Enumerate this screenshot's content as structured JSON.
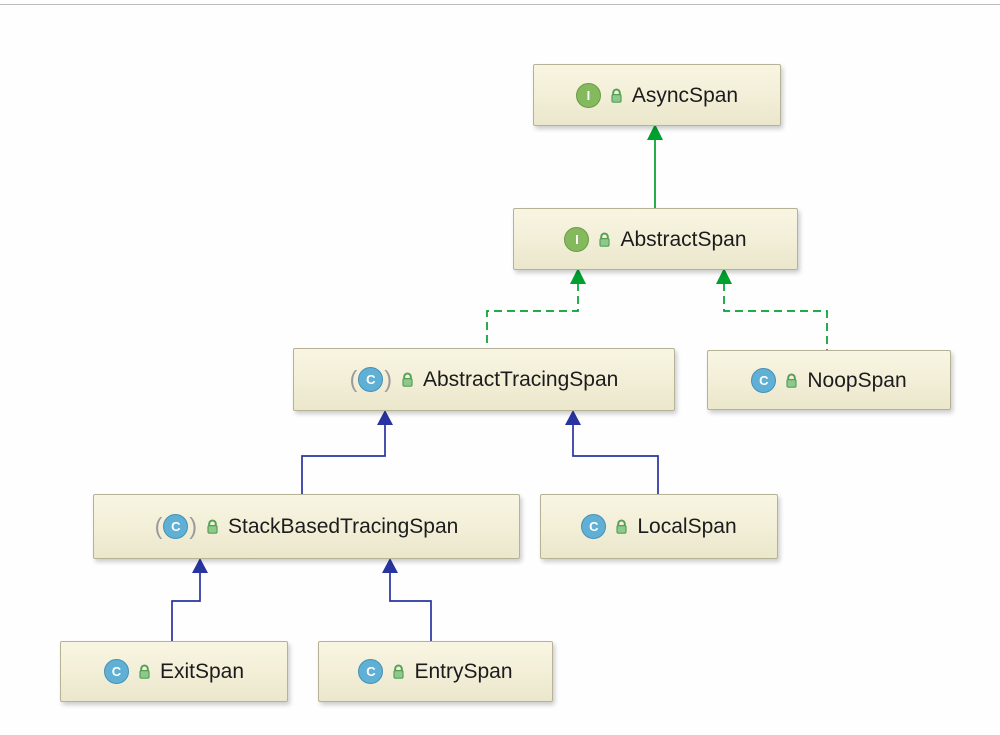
{
  "diagram": {
    "type": "uml-class-hierarchy",
    "nodes": [
      {
        "id": "async-span",
        "label": "AsyncSpan",
        "kind": "interface",
        "icon_letter": "I",
        "abstract": false
      },
      {
        "id": "abstract-span",
        "label": "AbstractSpan",
        "kind": "interface",
        "icon_letter": "I",
        "abstract": false
      },
      {
        "id": "abstract-tracing-span",
        "label": "AbstractTracingSpan",
        "kind": "class",
        "icon_letter": "C",
        "abstract": true
      },
      {
        "id": "noop-span",
        "label": "NoopSpan",
        "kind": "class",
        "icon_letter": "C",
        "abstract": false
      },
      {
        "id": "stack-based-tracing-span",
        "label": "StackBasedTracingSpan",
        "kind": "class",
        "icon_letter": "C",
        "abstract": true
      },
      {
        "id": "local-span",
        "label": "LocalSpan",
        "kind": "class",
        "icon_letter": "C",
        "abstract": false
      },
      {
        "id": "exit-span",
        "label": "ExitSpan",
        "kind": "class",
        "icon_letter": "C",
        "abstract": false
      },
      {
        "id": "entry-span",
        "label": "EntrySpan",
        "kind": "class",
        "icon_letter": "C",
        "abstract": false
      }
    ],
    "edges": [
      {
        "from": "AbstractSpan",
        "to": "AsyncSpan",
        "relation": "extends",
        "line": "solid",
        "color": "#00a02f"
      },
      {
        "from": "AbstractTracingSpan",
        "to": "AbstractSpan",
        "relation": "implements",
        "line": "dashed",
        "color": "#00a02f"
      },
      {
        "from": "NoopSpan",
        "to": "AbstractSpan",
        "relation": "implements",
        "line": "dashed",
        "color": "#00a02f"
      },
      {
        "from": "StackBasedTracingSpan",
        "to": "AbstractTracingSpan",
        "relation": "extends",
        "line": "solid",
        "color": "#2834a0"
      },
      {
        "from": "LocalSpan",
        "to": "AbstractTracingSpan",
        "relation": "extends",
        "line": "solid",
        "color": "#2834a0"
      },
      {
        "from": "ExitSpan",
        "to": "StackBasedTracingSpan",
        "relation": "extends",
        "line": "solid",
        "color": "#2834a0"
      },
      {
        "from": "EntrySpan",
        "to": "StackBasedTracingSpan",
        "relation": "extends",
        "line": "solid",
        "color": "#2834a0"
      }
    ],
    "colors": {
      "node_background": "#f5f2da",
      "node_border": "#b6b296",
      "interface_icon": "#85b95d",
      "class_icon": "#5fb0d4",
      "lock_icon": "#55a055",
      "extends_interface_arrow": "#00a02f",
      "extends_class_arrow": "#2834a0",
      "text": "#1c1c1c"
    }
  }
}
